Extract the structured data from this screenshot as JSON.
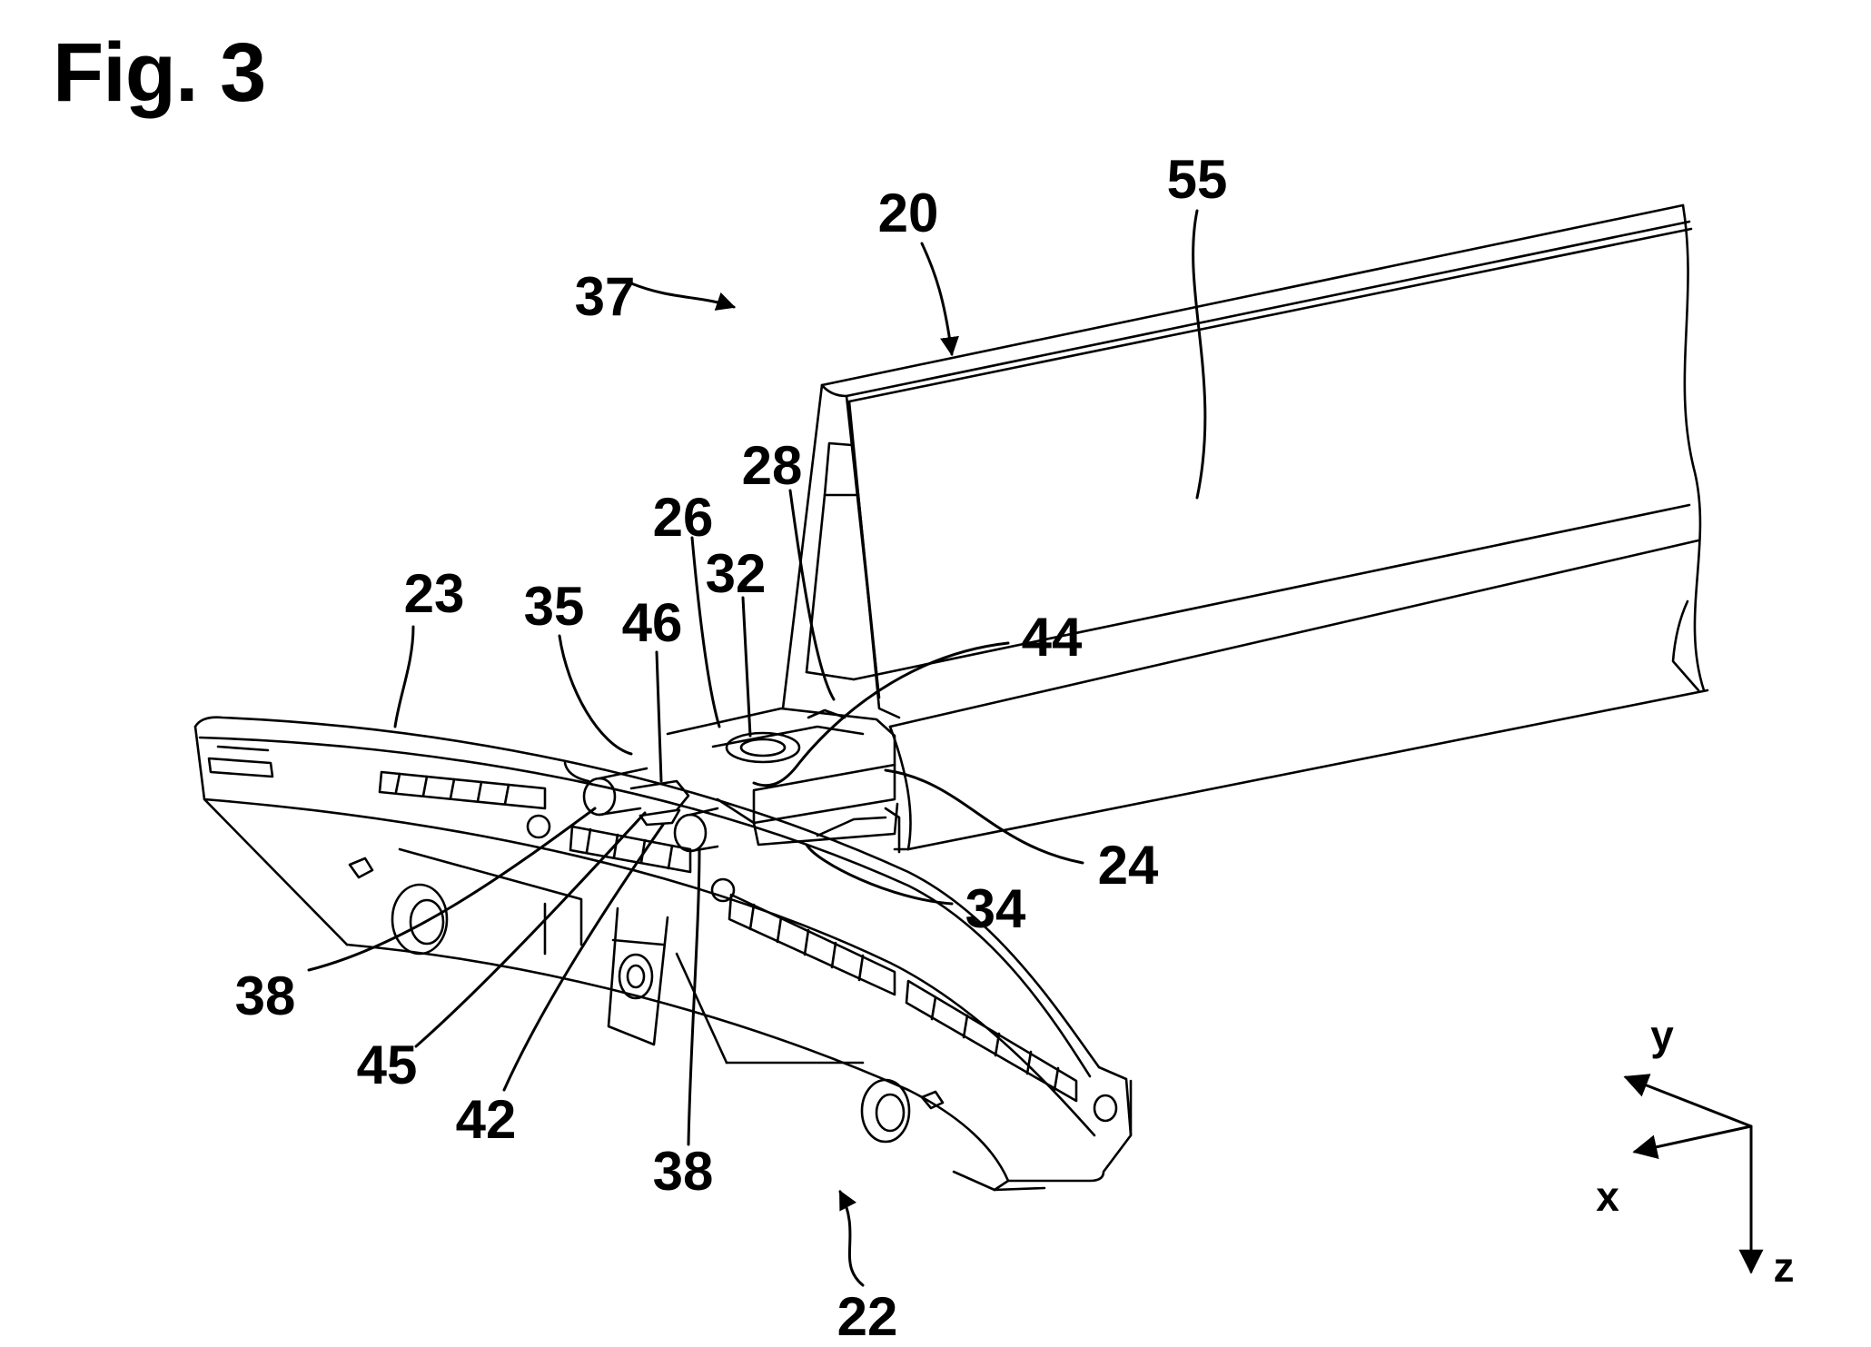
{
  "figure": {
    "title": "Fig. 3"
  },
  "reference_numerals": [
    {
      "id": "r20",
      "text": "20"
    },
    {
      "id": "r55",
      "text": "55"
    },
    {
      "id": "r37",
      "text": "37"
    },
    {
      "id": "r28",
      "text": "28"
    },
    {
      "id": "r26",
      "text": "26"
    },
    {
      "id": "r32",
      "text": "32"
    },
    {
      "id": "r23",
      "text": "23"
    },
    {
      "id": "r35",
      "text": "35"
    },
    {
      "id": "r46",
      "text": "46"
    },
    {
      "id": "r44",
      "text": "44"
    },
    {
      "id": "r24",
      "text": "24"
    },
    {
      "id": "r34",
      "text": "34"
    },
    {
      "id": "r38a",
      "text": "38"
    },
    {
      "id": "r45",
      "text": "45"
    },
    {
      "id": "r42",
      "text": "42"
    },
    {
      "id": "r38b",
      "text": "38"
    },
    {
      "id": "r22",
      "text": "22"
    }
  ],
  "axes": {
    "x": "x",
    "y": "y",
    "z": "z"
  }
}
